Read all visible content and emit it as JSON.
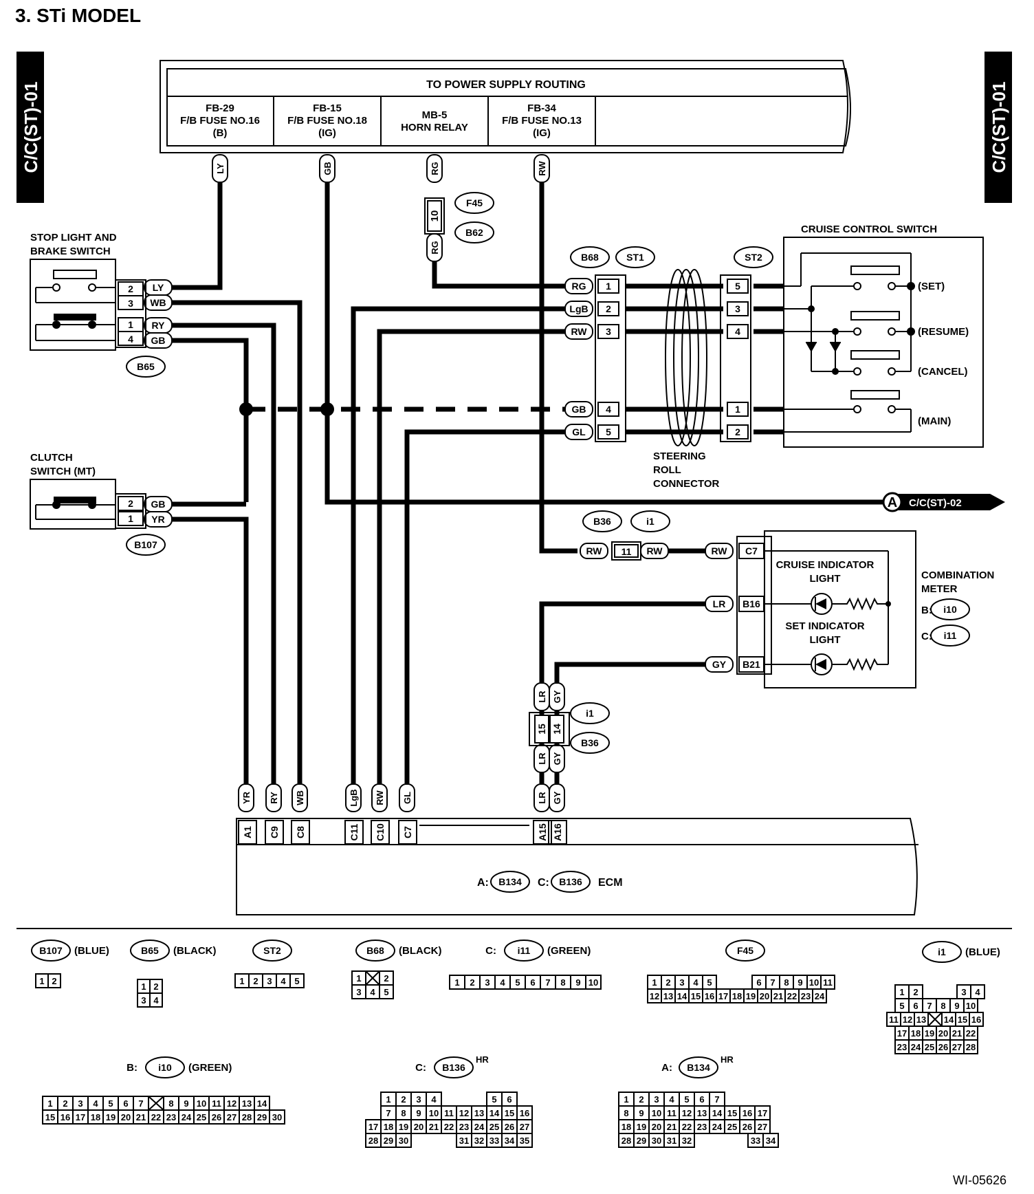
{
  "title": "3.  STi MODEL",
  "side_tabs": {
    "left": "C/C(ST)-01",
    "right": "C/C(ST)-01"
  },
  "power_supply": {
    "header": "TO POWER SUPPLY ROUTING",
    "cells": [
      {
        "l1": "FB-29",
        "l2": "F/B FUSE NO.16",
        "l3": "(B)"
      },
      {
        "l1": "FB-15",
        "l2": "F/B FUSE NO.18",
        "l3": "(IG)"
      },
      {
        "l1": "MB-5",
        "l2": "HORN RELAY",
        "l3": ""
      },
      {
        "l1": "FB-34",
        "l2": "F/B FUSE NO.13",
        "l3": "(IG)"
      }
    ]
  },
  "components": {
    "stop_light_l1": "STOP LIGHT AND",
    "stop_light_l2": "BRAKE SWITCH",
    "clutch_l1": "CLUTCH",
    "clutch_l2": "SWITCH (MT)",
    "cruise_switch": "CRUISE CONTROL SWITCH",
    "set": "(SET)",
    "resume": "(RESUME)",
    "cancel": "(CANCEL)",
    "main": "(MAIN)",
    "steering_l1": "STEERING",
    "steering_l2": "ROLL",
    "steering_l3": "CONNECTOR",
    "combo_l1": "COMBINATION",
    "combo_l2": "METER",
    "combo_b": "B:",
    "combo_c": "C:",
    "cruise_ind_l1": "CRUISE INDICATOR",
    "cruise_ind_l2": "LIGHT",
    "set_ind_l1": "SET INDICATOR",
    "set_ind_l2": "LIGHT",
    "ecm_a": "A:",
    "ecm_c": "C:",
    "ecm": "ECM",
    "arrow_a": "A",
    "arrow_ref": "C/C(ST)-02"
  },
  "connector_ids": {
    "F45": "F45",
    "B62": "B62",
    "B68": "B68",
    "ST1": "ST1",
    "ST2": "ST2",
    "B65": "B65",
    "B107": "B107",
    "B36": "B36",
    "i1": "i1",
    "i10": "i10",
    "i11": "i11",
    "B134": "B134",
    "B136": "B136"
  },
  "wire_colors": {
    "LY": "LY",
    "GB": "GB",
    "RG": "RG",
    "RW": "RW",
    "WB": "WB",
    "RY": "RY",
    "YR": "YR",
    "LgB": "LgB",
    "GL": "GL",
    "LR": "LR",
    "GY": "GY"
  },
  "pins": {
    "b65": [
      "2",
      "3",
      "1",
      "4"
    ],
    "b107": [
      "2",
      "1"
    ],
    "st1": [
      "1",
      "2",
      "3",
      "4",
      "5"
    ],
    "st2": [
      "5",
      "3",
      "4",
      "1",
      "2"
    ],
    "i1_10": "10",
    "i1_11": "11",
    "b36_15": "15",
    "b36_14": "14",
    "meter": [
      "C7",
      "B16",
      "B21"
    ],
    "ecm": [
      "A1",
      "C9",
      "C8",
      "C11",
      "C10",
      "C7",
      "A15",
      "A16"
    ]
  },
  "connector_views": {
    "b107": {
      "id": "B107",
      "color": "(BLUE)",
      "pins": [
        "1",
        "2"
      ]
    },
    "b65": {
      "id": "B65",
      "color": "(BLACK)",
      "pins": [
        "1",
        "2",
        "3",
        "4"
      ]
    },
    "st2": {
      "id": "ST2",
      "pins": [
        "1",
        "2",
        "3",
        "4",
        "5"
      ]
    },
    "b68": {
      "id": "B68",
      "color": "(BLACK)",
      "pins": [
        "1",
        "2",
        "3",
        "4",
        "5"
      ]
    },
    "i11": {
      "prefix": "C:",
      "id": "i11",
      "color": "(GREEN)",
      "pins": [
        "1",
        "2",
        "3",
        "4",
        "5",
        "6",
        "7",
        "8",
        "9",
        "10"
      ]
    },
    "f45": {
      "id": "F45",
      "row1": [
        "1",
        "2",
        "3",
        "4",
        "5",
        "6",
        "7",
        "8",
        "9",
        "10",
        "11"
      ],
      "row2": [
        "12",
        "13",
        "14",
        "15",
        "16",
        "17",
        "18",
        "19",
        "20",
        "21",
        "22",
        "23",
        "24"
      ]
    },
    "i1": {
      "id": "i1",
      "color": "(BLUE)",
      "rows": [
        [
          "1",
          "2",
          "3",
          "4"
        ],
        [
          "5",
          "6",
          "7",
          "8",
          "9",
          "10"
        ],
        [
          "11",
          "12",
          "13",
          "14",
          "15",
          "16"
        ],
        [
          "17",
          "18",
          "19",
          "20",
          "21",
          "22"
        ],
        [
          "23",
          "24",
          "25",
          "26",
          "27",
          "28"
        ]
      ]
    },
    "i10": {
      "prefix": "B:",
      "id": "i10",
      "color": "(GREEN)",
      "row1": [
        "1",
        "2",
        "3",
        "4",
        "5",
        "6",
        "7",
        "8",
        "9",
        "10",
        "11",
        "12",
        "13",
        "14"
      ],
      "row2": [
        "15",
        "16",
        "17",
        "18",
        "19",
        "20",
        "21",
        "22",
        "23",
        "24",
        "25",
        "26",
        "27",
        "28",
        "29",
        "30"
      ]
    },
    "b136": {
      "prefix": "C:",
      "id": "B136",
      "sup": "HR",
      "rows": [
        [
          "1",
          "2",
          "3",
          "4",
          "5",
          "6"
        ],
        [
          "7",
          "8",
          "9",
          "10",
          "11",
          "12",
          "13",
          "14",
          "15",
          "16"
        ],
        [
          "17",
          "18",
          "19",
          "20",
          "21",
          "22",
          "23",
          "24",
          "25",
          "26",
          "27"
        ],
        [
          "28",
          "29",
          "30",
          "31",
          "32",
          "33",
          "34",
          "35"
        ]
      ]
    },
    "b134": {
      "prefix": "A:",
      "id": "B134",
      "sup": "HR",
      "rows": [
        [
          "1",
          "2",
          "3",
          "4",
          "5",
          "6",
          "7"
        ],
        [
          "8",
          "9",
          "10",
          "11",
          "12",
          "13",
          "14",
          "15",
          "16",
          "17"
        ],
        [
          "18",
          "19",
          "20",
          "21",
          "22",
          "23",
          "24",
          "25",
          "26",
          "27"
        ],
        [
          "28",
          "29",
          "30",
          "31",
          "32",
          "33",
          "34"
        ]
      ]
    }
  },
  "doc_code": "WI-05626"
}
